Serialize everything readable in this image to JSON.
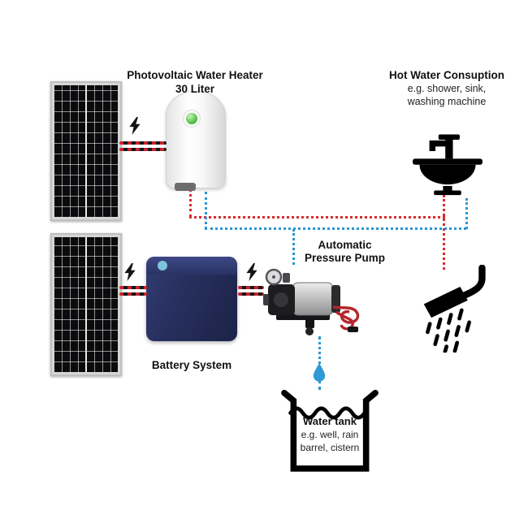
{
  "diagram": {
    "pv_heater": {
      "title": "Photovoltaic Water Heater",
      "subtitle": "30 Liter"
    },
    "consumption": {
      "title": "Hot Water Consuption",
      "line1": "e.g. shower, sink,",
      "line2": "washing machine"
    },
    "pump": {
      "line1": "Automatic",
      "line2": "Pressure Pump"
    },
    "battery": {
      "label": "Battery System"
    },
    "tank": {
      "title": "Water tank",
      "line1": "e.g. well, rain",
      "line2": "barrel, cistern"
    }
  },
  "colors": {
    "hot_water_line": "#d92b2b",
    "cold_water_line": "#2a96d4",
    "battery_body": "#1b2348",
    "water_drop": "#2e9ad6",
    "cable_red": "#c8242b",
    "cable_black": "#17171a"
  },
  "icons": {
    "solar_panel": "photovoltaic module with cell grid",
    "lightning_bolt": "electric power flow",
    "water_heater": "boiler cylinder with green LED",
    "battery": "battery storage box",
    "pump": "pressure pump with red wiring",
    "sink": "faucet over basin",
    "shower": "shower head with spray",
    "water_drop": "blue droplet",
    "water_tank": "open basin with wavy water line"
  }
}
